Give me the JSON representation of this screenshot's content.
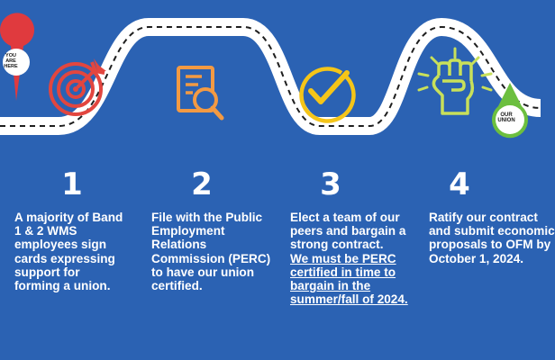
{
  "markers": {
    "start": "YOU ARE HERE",
    "end": "OUR UNION"
  },
  "colors": {
    "background": "#2b62b3",
    "road": "#ffffff",
    "start_pin": "#e03a3e",
    "target": "#e2463f",
    "document": "#f39a43",
    "check": "#f5c518",
    "fist": "#c8e05a",
    "end_pin": "#6cbf3f"
  },
  "steps": [
    {
      "number": "1",
      "icon": "target-icon",
      "text": "A majority of Band 1 & 2 WMS employees sign cards expressing support for forming a union.",
      "link": ""
    },
    {
      "number": "2",
      "icon": "document-search-icon",
      "text": "File with the Public Employment Relations Commission (PERC) to have our union certified.",
      "link": ""
    },
    {
      "number": "3",
      "icon": "checkmark-icon",
      "text": "Elect a team of our peers and bargain a strong contract.",
      "link": "We must be PERC certified in time to bargain in the summer/fall of 2024."
    },
    {
      "number": "4",
      "icon": "raised-fist-icon",
      "text": "Ratify our contract and submit economic proposals to OFM by October 1, 2024.",
      "link": ""
    }
  ]
}
